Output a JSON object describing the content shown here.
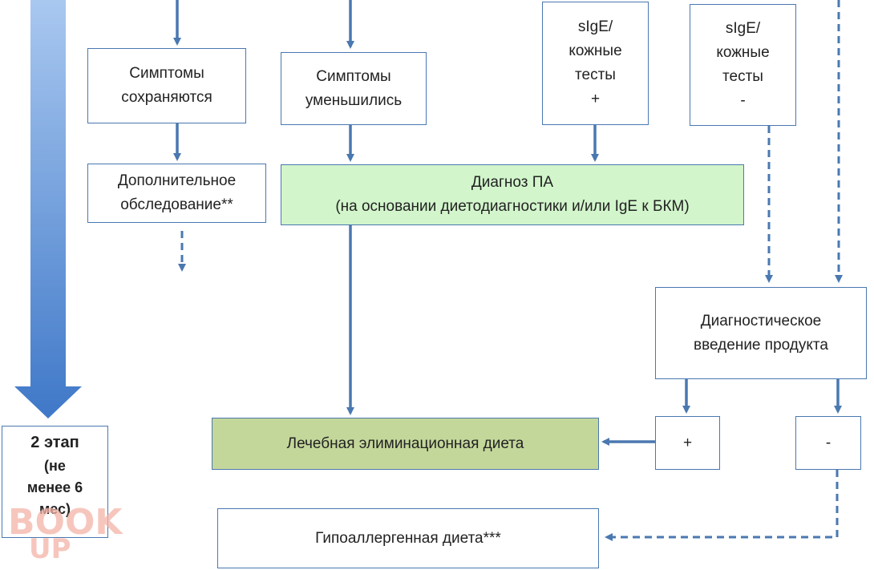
{
  "nodes": {
    "symptoms_persist": "Симптомы\nсохраняются",
    "symptoms_decreased": "Симптомы\nуменьшились",
    "sige_pos": "sIgE/\nкожные\nтесты\n+",
    "sige_neg": "sIgE/\nкожные\nтесты\n-",
    "additional_exam": "Дополнительное\nобследование**",
    "diagnosis": "Диагноз ПА\n(на основании диетодиагностики и/или IgE к БКМ)",
    "diag_intro": "Диагностическое\nвведение продукта",
    "plus_result": "+",
    "minus_result": "-",
    "elimination_diet": "Лечебная элиминационная диета",
    "hypoallergenic_diet": "Гипоаллергенная диета***",
    "stage2_title": "2 этап",
    "stage2_note": "(не\nменее 6\nмес)"
  },
  "colors": {
    "border": "#4a78b0",
    "arrow": "#4a78b0",
    "diagnosis_fill": "#d2f5cb",
    "elimination_fill": "#c4d79b",
    "stage_arrow_top": "#a9c8f0",
    "stage_arrow_bottom": "#3f78c8"
  },
  "watermark": "BOOK UP"
}
